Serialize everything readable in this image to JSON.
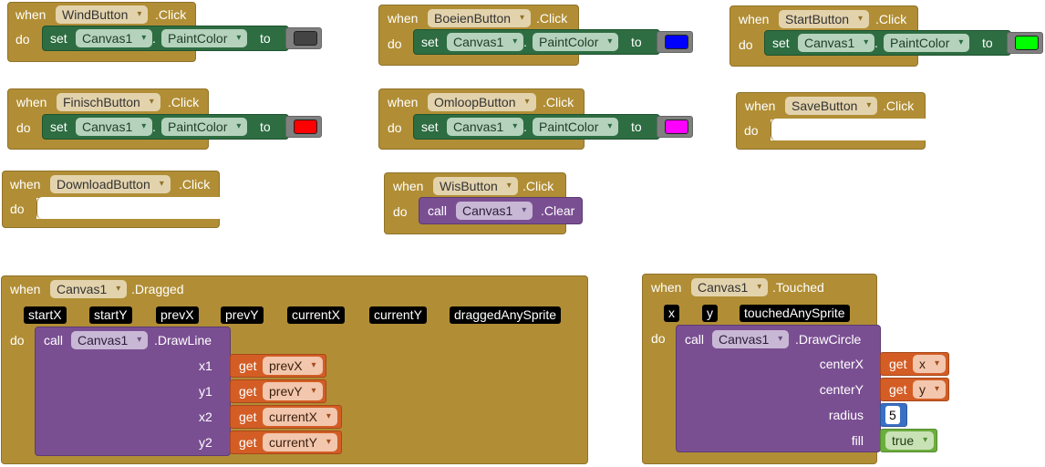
{
  "keywords": {
    "when": "when",
    "do": "do",
    "set": "set",
    "to": "to",
    "call": "call",
    "get": "get",
    "dot": "."
  },
  "colors": {
    "event_block": "#b18e35",
    "setter_block": "#2d6d41",
    "method_block": "#7a4f92",
    "getter_block": "#d35d25",
    "number_block": "#3b6fc4",
    "logic_block": "#6cae3e",
    "color_block": "#808080"
  },
  "button_click_events": [
    {
      "component": "WindButton",
      "event": ".Click",
      "action": {
        "kind": "set",
        "component": "Canvas1",
        "property": "PaintColor",
        "swatch": "#444444"
      }
    },
    {
      "component": "BoeienButton",
      "event": ".Click",
      "action": {
        "kind": "set",
        "component": "Canvas1",
        "property": "PaintColor",
        "swatch": "#0000ff"
      }
    },
    {
      "component": "StartButton",
      "event": ".Click",
      "action": {
        "kind": "set",
        "component": "Canvas1",
        "property": "PaintColor",
        "swatch": "#00ff00"
      }
    },
    {
      "component": "FinischButton",
      "event": ".Click",
      "action": {
        "kind": "set",
        "component": "Canvas1",
        "property": "PaintColor",
        "swatch": "#ff0000"
      }
    },
    {
      "component": "OmloopButton",
      "event": ".Click",
      "action": {
        "kind": "set",
        "component": "Canvas1",
        "property": "PaintColor",
        "swatch": "#ff00ff"
      }
    },
    {
      "component": "SaveButton",
      "event": ".Click",
      "action": null
    },
    {
      "component": "DownloadButton",
      "event": ".Click",
      "action": null
    },
    {
      "component": "WisButton",
      "event": ".Click",
      "action": {
        "kind": "call",
        "component": "Canvas1",
        "method": ".Clear"
      }
    }
  ],
  "dragged_event": {
    "component": "Canvas1",
    "event": ".Dragged",
    "params": [
      "startX",
      "startY",
      "prevX",
      "prevY",
      "currentX",
      "currentY",
      "draggedAnySprite"
    ],
    "call": {
      "component": "Canvas1",
      "method": ".DrawLine",
      "args": [
        {
          "name": "x1",
          "get": "prevX"
        },
        {
          "name": "y1",
          "get": "prevY"
        },
        {
          "name": "x2",
          "get": "currentX"
        },
        {
          "name": "y2",
          "get": "currentY"
        }
      ]
    }
  },
  "touched_event": {
    "component": "Canvas1",
    "event": ".Touched",
    "params": [
      "x",
      "y",
      "touchedAnySprite"
    ],
    "call": {
      "component": "Canvas1",
      "method": ".DrawCircle",
      "args": [
        {
          "name": "centerX",
          "get": "x"
        },
        {
          "name": "centerY",
          "get": "y"
        },
        {
          "name": "radius",
          "number": "5"
        },
        {
          "name": "fill",
          "bool": "true"
        }
      ]
    }
  }
}
